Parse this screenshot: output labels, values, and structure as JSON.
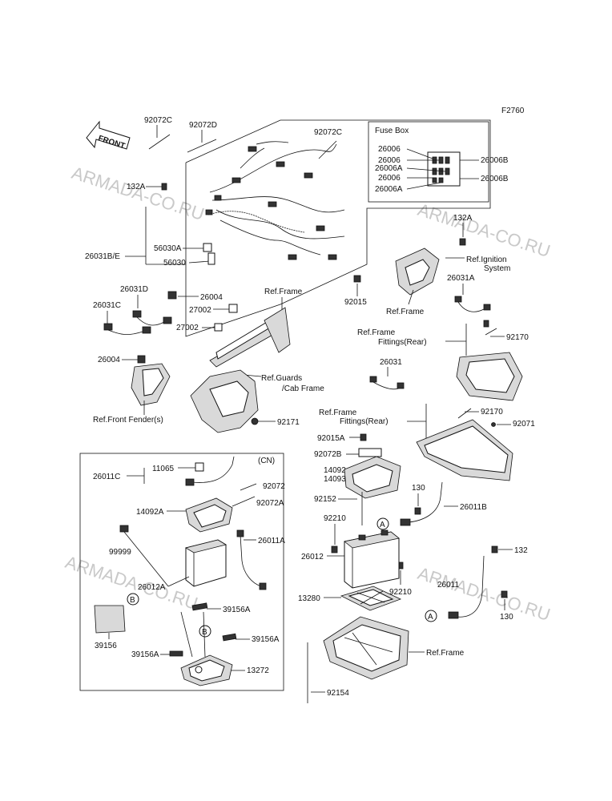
{
  "diagram_code": "F2760",
  "front_arrow": "FRONT",
  "watermark": "ARMADA-CO.RU",
  "fuse_box": {
    "title": "Fuse Box",
    "labels": [
      "26006",
      "26006",
      "26006A",
      "26006",
      "26006A",
      "26006B",
      "26006B"
    ]
  },
  "cn_box": {
    "title": "(CN)"
  },
  "callouts": {
    "c1": "A",
    "c2": "A",
    "c3": "B",
    "c4": "B"
  },
  "labels": {
    "l92072C_a": "92072C",
    "l92072D": "92072D",
    "l92072C_b": "92072C",
    "l132A_a": "132A",
    "l56030A": "56030A",
    "l26031BE": "26031B/E",
    "l56030": "56030",
    "l26004_a": "26004",
    "l26031D": "26031D",
    "l27002_a": "27002",
    "l26031C": "26031C",
    "l27002_b": "27002",
    "l26004_b": "26004",
    "refFrame1": "Ref.Frame",
    "refGuards": "Ref.Guards",
    "cabFrame": "/Cab Frame",
    "refFrontFender": "Ref.Front Fender(s)",
    "l92171": "92171",
    "l92015": "92015",
    "refFrame2": "Ref.Frame",
    "l132A_b": "132A",
    "refIgnition": "Ref.Ignition",
    "system": "System",
    "l26031A": "26031A",
    "refFrame3": "Ref.Frame",
    "fittingsRear1": "Fittings(Rear)",
    "l92170_a": "92170",
    "l26031": "26031",
    "refFrame4": "Ref.Frame",
    "fittingsRear2": "Fittings(Rear)",
    "l92170_b": "92170",
    "l92071": "92071",
    "l92015A": "92015A",
    "l92072B": "92072B",
    "l14092": "14092",
    "l14093": "14093",
    "l130_a": "130",
    "l26011B": "26011B",
    "l92152": "92152",
    "l92210_a": "92210",
    "l26012": "26012",
    "l92210_b": "92210",
    "l132": "132",
    "l26011": "26011",
    "l130_b": "130",
    "l13280": "13280",
    "refFrame5": "Ref.Frame",
    "l92154": "92154",
    "l26011C": "26011C",
    "l11065": "11065",
    "l92072": "92072",
    "l92072A": "92072A",
    "l14092A": "14092A",
    "l26011A": "26011A",
    "l99999": "99999",
    "l26012A": "26012A",
    "l39156A_a": "39156A",
    "l39156": "39156",
    "l39156A_b": "39156A",
    "l39156A_c": "39156A",
    "l13272": "13272"
  }
}
